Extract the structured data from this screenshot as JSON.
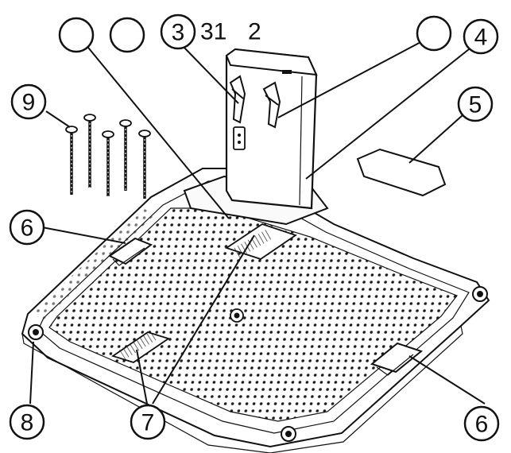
{
  "diagram": {
    "header_numbers": [
      "31",
      "2"
    ],
    "callouts": [
      "3",
      "4",
      "5",
      "6",
      "7",
      "8",
      "9",
      "6",
      "7"
    ]
  }
}
